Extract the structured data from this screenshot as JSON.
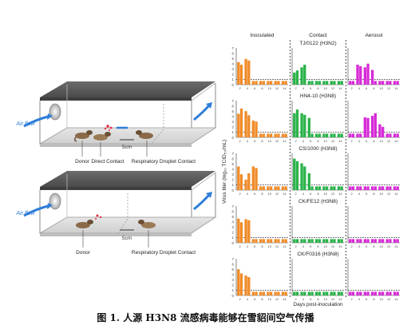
{
  "caption": "图 1. 人源 H3N8 流感病毒能够在雪貂间空气传播",
  "diagram": {
    "air_flow_label": "Air flow",
    "scale_label": "5cm",
    "top_labels": [
      "Donor",
      "Direct Contact",
      "Respiratory Droplet Contact"
    ],
    "bottom_labels": [
      "Donor",
      "Respiratory Droplet Contact"
    ]
  },
  "charts": {
    "column_headers": [
      "Inoculated",
      "Contact",
      "Aerosol"
    ],
    "ylabel": "Virus titer (log₁₀ TCID₅₀/mL)",
    "xlabel": "Days post-inoculation",
    "y_ticks": [
      0,
      1,
      2,
      3,
      4,
      5,
      6,
      7
    ],
    "x_ticks": [
      2,
      4,
      6,
      8,
      10,
      12,
      14
    ],
    "colors": {
      "inoculated": "#f08c2a",
      "contact": "#2bb34a",
      "aerosol": "#d62bd6"
    }
  },
  "chart_data": [
    {
      "type": "bar",
      "title": "TJ/0122 (H3N2)",
      "ylim": [
        0,
        7
      ],
      "series": [
        {
          "name": "Inoculated",
          "x": [
            2,
            4,
            6,
            8,
            10,
            12,
            14
          ],
          "values": [
            [
              4.3,
              3.8
            ],
            [
              4.9,
              4.6
            ],
            [
              0.7,
              0.7
            ],
            [
              0.7,
              0.7
            ],
            [
              0.7,
              0.7
            ],
            [
              0.7,
              0.7
            ],
            [
              0.7,
              0.7
            ]
          ]
        },
        {
          "name": "Contact",
          "x": [
            2,
            4,
            6,
            8,
            10,
            12,
            14
          ],
          "values": [
            [
              2.3,
              2.7
            ],
            [
              3.3,
              3.8
            ],
            [
              0.7,
              0.7
            ],
            [
              0.7,
              0.7
            ],
            [
              0.7,
              0.7
            ],
            [
              0.7,
              0.7
            ],
            [
              0.7,
              0.7
            ]
          ]
        },
        {
          "name": "Aerosol",
          "x": [
            2,
            4,
            6,
            8,
            10,
            12,
            14
          ],
          "values": [
            [
              0.7,
              0.7
            ],
            [
              3.8,
              3.5
            ],
            [
              3.3,
              4.0
            ],
            [
              2.8,
              0.7
            ],
            [
              0.7,
              0.7
            ],
            [
              0.7,
              0.7
            ],
            [
              0.7,
              0.7
            ]
          ]
        }
      ]
    },
    {
      "type": "bar",
      "title": "HN4-10 (H3N8)",
      "ylim": [
        0,
        7
      ],
      "series": [
        {
          "name": "Inoculated",
          "x": [
            2,
            4,
            6,
            8,
            10,
            12,
            14
          ],
          "values": [
            [
              4.5,
              5.5
            ],
            [
              5.0,
              4.2
            ],
            [
              3.2,
              3.0
            ],
            [
              0.7,
              0.7
            ],
            [
              0.7,
              0.7
            ],
            [
              0.7,
              0.7
            ],
            [
              0.7,
              0.7
            ]
          ]
        },
        {
          "name": "Contact",
          "x": [
            2,
            4,
            6,
            8,
            10,
            12,
            14
          ],
          "values": [
            [
              4.6,
              5.3
            ],
            [
              4.6,
              4.3
            ],
            [
              3.7,
              0.7
            ],
            [
              0.7,
              0.7
            ],
            [
              0.7,
              0.7
            ],
            [
              0.7,
              0.7
            ],
            [
              0.7,
              0.7
            ]
          ]
        },
        {
          "name": "Aerosol",
          "x": [
            2,
            4,
            6,
            8,
            10,
            12,
            14
          ],
          "values": [
            [
              0.7,
              0.7
            ],
            [
              0.7,
              0.7
            ],
            [
              3.8,
              3.7
            ],
            [
              4.1,
              4.6
            ],
            [
              2.5,
              2.0
            ],
            [
              0.7,
              0.7
            ],
            [
              0.7,
              0.7
            ]
          ]
        }
      ]
    },
    {
      "type": "bar",
      "title": "CS/1000 (H3N8)",
      "ylim": [
        0,
        7
      ],
      "series": [
        {
          "name": "Inoculated",
          "x": [
            2,
            4,
            6,
            8,
            10,
            12,
            14
          ],
          "values": [
            [
              4.5,
              3.0
            ],
            [
              2.0,
              3.2
            ],
            [
              4.5,
              4.2
            ],
            [
              0.7,
              0.7
            ],
            [
              0.7,
              0.7
            ],
            [
              0.7,
              0.7
            ],
            [
              0.7,
              0.7
            ]
          ]
        },
        {
          "name": "Contact",
          "x": [
            2,
            4,
            6,
            8,
            10,
            12,
            14
          ],
          "values": [
            [
              6.0,
              5.5
            ],
            [
              5.1,
              4.5
            ],
            [
              3.2,
              0.7
            ],
            [
              0.7,
              0.7
            ],
            [
              0.7,
              0.7
            ],
            [
              0.7,
              0.7
            ],
            [
              0.7,
              0.7
            ]
          ]
        },
        {
          "name": "Aerosol",
          "x": [
            2,
            4,
            6,
            8,
            10,
            12,
            14
          ],
          "values": [
            [
              0.7,
              0.7
            ],
            [
              0.7,
              0.7
            ],
            [
              0.7,
              0.7
            ],
            [
              0.7,
              0.7
            ],
            [
              0.7,
              0.7
            ],
            [
              0.7,
              0.7
            ],
            [
              0.7,
              0.7
            ]
          ]
        }
      ]
    },
    {
      "type": "bar",
      "title": "CK/FE12 (H3N8)",
      "ylim": [
        0,
        7
      ],
      "series": [
        {
          "name": "Inoculated",
          "x": [
            2,
            4,
            6,
            8,
            10,
            12,
            14
          ],
          "values": [
            [
              4.6,
              3.9
            ],
            [
              4.5,
              4.3
            ],
            [
              0.7,
              0.7
            ],
            [
              0.7,
              0.7
            ],
            [
              0.7,
              0.7
            ],
            [
              0.7,
              0.7
            ],
            [
              0.7,
              0.7
            ]
          ]
        },
        {
          "name": "Contact",
          "x": [
            2,
            4,
            6,
            8,
            10,
            12,
            14
          ],
          "values": [
            [
              0.7,
              0.7
            ],
            [
              0.7,
              0.7
            ],
            [
              0.7,
              0.7
            ],
            [
              0.7,
              0.7
            ],
            [
              0.7,
              0.7
            ],
            [
              0.7,
              0.7
            ],
            [
              0.7,
              0.7
            ]
          ]
        },
        {
          "name": "Aerosol",
          "x": [
            2,
            4,
            6,
            8,
            10,
            12,
            14
          ],
          "values": [
            [
              0.7,
              0.7
            ],
            [
              0.7,
              0.7
            ],
            [
              0.7,
              0.7
            ],
            [
              0.7,
              0.7
            ],
            [
              0.7,
              0.7
            ],
            [
              0.7,
              0.7
            ],
            [
              0.7,
              0.7
            ]
          ]
        }
      ]
    },
    {
      "type": "bar",
      "title": "CK/F0316 (H3N8)",
      "ylim": [
        0,
        7
      ],
      "series": [
        {
          "name": "Inoculated",
          "x": [
            2,
            4,
            6,
            8,
            10,
            12,
            14
          ],
          "values": [
            [
              5.0,
              4.2
            ],
            [
              3.8,
              3.5
            ],
            [
              0.7,
              0.7
            ],
            [
              0.7,
              0.7
            ],
            [
              0.7,
              0.7
            ],
            [
              0.7,
              0.7
            ],
            [
              0.7,
              0.7
            ]
          ]
        },
        {
          "name": "Contact",
          "x": [
            2,
            4,
            6,
            8,
            10,
            12,
            14
          ],
          "values": [
            [
              0.7,
              0.7
            ],
            [
              0.7,
              0.7
            ],
            [
              0.7,
              0.7
            ],
            [
              0.7,
              0.7
            ],
            [
              0.7,
              0.7
            ],
            [
              0.7,
              0.7
            ],
            [
              0.7,
              0.7
            ]
          ]
        },
        {
          "name": "Aerosol",
          "x": [
            2,
            4,
            6,
            8,
            10,
            12,
            14
          ],
          "values": [
            [
              0.7,
              0.7
            ],
            [
              0.7,
              0.7
            ],
            [
              0.7,
              0.7
            ],
            [
              0.7,
              0.7
            ],
            [
              0.7,
              0.7
            ],
            [
              0.7,
              0.7
            ],
            [
              0.7,
              0.7
            ]
          ]
        }
      ]
    }
  ]
}
